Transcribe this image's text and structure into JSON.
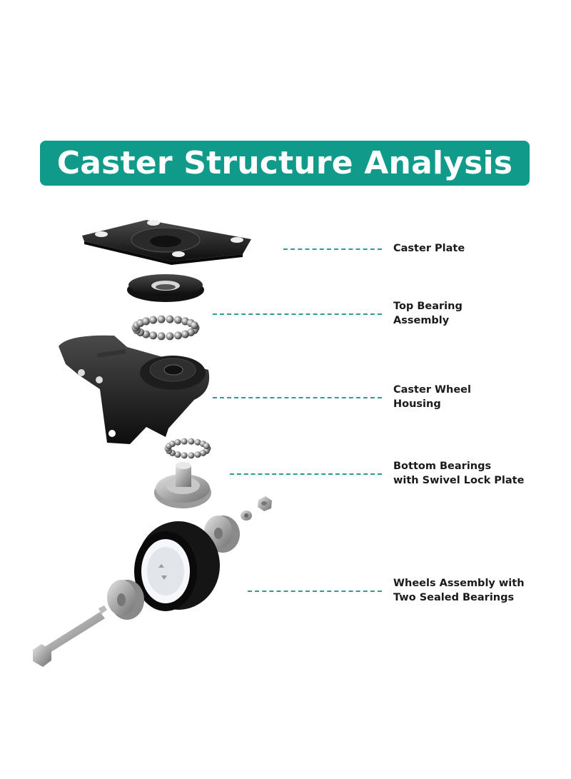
{
  "title": "Caster Structure Analysis",
  "colors": {
    "banner": "#0f9a8a",
    "leader": "#2e9c92",
    "label_text": "#1a1a1a"
  },
  "components": [
    {
      "id": "caster-plate",
      "lines": [
        "Caster Plate"
      ]
    },
    {
      "id": "top-bearing-assembly",
      "lines": [
        "Top Bearing",
        "Assembly"
      ]
    },
    {
      "id": "caster-wheel-housing",
      "lines": [
        "Caster Wheel",
        "Housing"
      ]
    },
    {
      "id": "bottom-bearings",
      "lines": [
        "Bottom Bearings",
        "with Swivel Lock Plate"
      ]
    },
    {
      "id": "wheels-assembly",
      "lines": [
        "Wheels Assembly with",
        "Two Sealed Bearings"
      ]
    }
  ]
}
